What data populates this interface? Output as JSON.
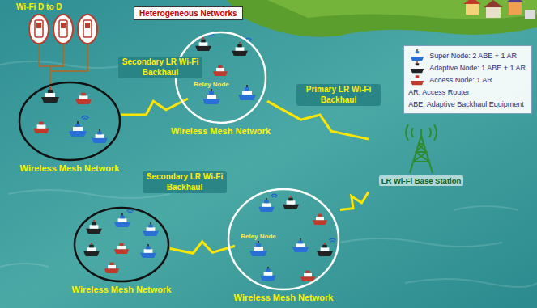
{
  "diagram": {
    "title": "Heterogeneous Networks",
    "nodes": [
      {
        "text": [
          "Wireless Mesh Network"
        ]
      },
      {
        "text": [
          "Wireless Mesh Network"
        ]
      },
      {
        "text": [
          "Relay Node"
        ],
        "in": 1
      },
      {
        "text": [
          "Wireless Mesh Network"
        ]
      },
      {
        "text": [
          "Wireless Mesh Network"
        ]
      },
      {
        "text": [
          "Relay Node"
        ],
        "in": 4
      },
      {
        "text": [
          "LR Wi-Fi Base Station"
        ]
      }
    ],
    "edges": [
      {
        "from": 0,
        "to": 2,
        "arrow": "none",
        "label": "Secondary LR Wi-Fi Backhaul"
      },
      {
        "from": 3,
        "to": 5,
        "arrow": "none",
        "label": "Secondary LR Wi-Fi Backhaul"
      },
      {
        "from": 1,
        "to": 6,
        "arrow": "none",
        "label": "Primary LR Wi-Fi Backhaul"
      },
      {
        "from": 4,
        "to": 6,
        "arrow": "none"
      }
    ],
    "labels": [
      "Wi-Fi D to D"
    ],
    "legend": [
      {
        "text": "Super Node: 2 ABE + 1 AR"
      },
      {
        "text": "Adaptive Node: 1 ABE + 1 AR"
      },
      {
        "text": "Access Node: 1 AR"
      },
      {
        "text": "AR: Access Router"
      },
      {
        "text": "ABE: Adaptive Backhaul Equipment"
      }
    ]
  }
}
